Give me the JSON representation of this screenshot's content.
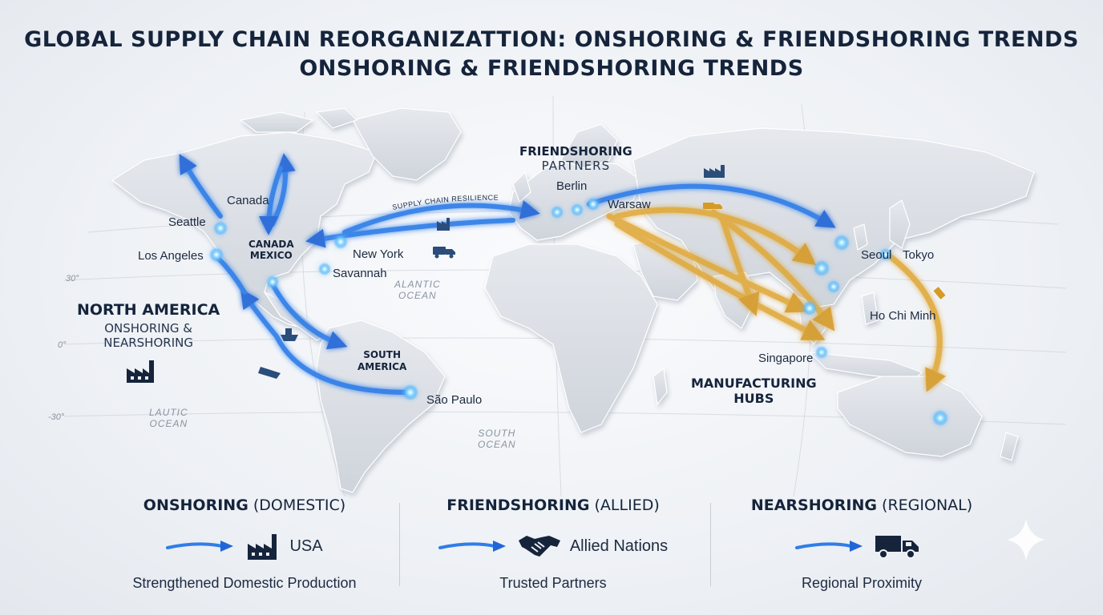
{
  "title": {
    "line1": "GLOBAL SUPPLY CHAIN REORGANIZATTION: ONSHORING & FRIENDSHORING TRENDS",
    "line2": "ONSHORING & FRIENDSHORING TRENDS"
  },
  "regions": {
    "north_america": {
      "name": "NORTH AMERICA",
      "sub1": "ONSHORING &",
      "sub2": "NEARSHORING"
    },
    "friendshoring": {
      "name": "FRIENDSHORING",
      "sub": "PARTNERS"
    },
    "manufacturing": {
      "name1": "MANUFACTURING",
      "name2": "HUBS"
    },
    "canada_mexico": {
      "line1": "CANADA",
      "line2": "MEXICO"
    },
    "south_america": {
      "line1": "SOUTH",
      "line2": "AMERICA"
    }
  },
  "cities": {
    "canada": "Canada",
    "seattle": "Seattle",
    "los_angeles": "Los Angeles",
    "new_york": "New York",
    "savannah": "Savannah",
    "berlin": "Berlin",
    "warsaw": "Warsaw",
    "seoul": "Seoul",
    "tokyo": "Tokyo",
    "ho_chi_minh": "Ho Chi Minh",
    "singapore": "Singapore",
    "sao_paulo": "São Paulo"
  },
  "route_label": "SUPPLY CHAIN RESILIENCE",
  "oceans": {
    "alantic": [
      "ALANTIC",
      "OCEAN"
    ],
    "lautic": [
      "LAUTIC",
      "OCEAN"
    ],
    "south": [
      "SOUTH",
      "OCEAN"
    ]
  },
  "latitudes": {
    "n30": "30°",
    "eq": "0°",
    "s30": "-30°"
  },
  "legend": [
    {
      "head_bold": "ONSHORING",
      "head_rest": " (DOMESTIC)",
      "item": "USA",
      "icon": "factory-icon",
      "desc": "Strengthened Domestic Production"
    },
    {
      "head_bold": "FRIENDSHORING",
      "head_rest": " (ALLIED)",
      "item": "Allied Nations",
      "icon": "handshake-icon",
      "desc": "Trusted Partners"
    },
    {
      "head_bold": "NEARSHORING",
      "head_rest": " (REGIONAL)",
      "item": "",
      "icon": "truck-icon",
      "desc": "Regional Proximity"
    }
  ],
  "colors": {
    "blue_route": "#2f7de8",
    "gold_route": "#e0a93a",
    "land": "#d9dde3",
    "navy": "#15243b"
  }
}
